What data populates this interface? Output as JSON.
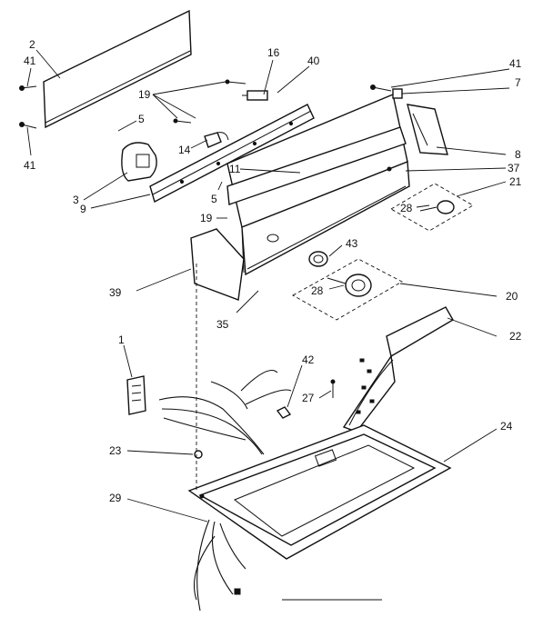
{
  "diagram": {
    "part_labels": [
      {
        "id": "p2",
        "text": "2"
      },
      {
        "id": "p41a",
        "text": "41"
      },
      {
        "id": "p41b",
        "text": "41"
      },
      {
        "id": "p19a",
        "text": "19"
      },
      {
        "id": "p16",
        "text": "16"
      },
      {
        "id": "p40",
        "text": "40"
      },
      {
        "id": "p41c",
        "text": "41"
      },
      {
        "id": "p7",
        "text": "7"
      },
      {
        "id": "p5a",
        "text": "5"
      },
      {
        "id": "p14",
        "text": "14"
      },
      {
        "id": "p11",
        "text": "11"
      },
      {
        "id": "p8",
        "text": "8"
      },
      {
        "id": "p37",
        "text": "37"
      },
      {
        "id": "p3",
        "text": "3"
      },
      {
        "id": "p5b",
        "text": "5"
      },
      {
        "id": "p9",
        "text": "9"
      },
      {
        "id": "p21",
        "text": "21"
      },
      {
        "id": "p28a",
        "text": "28"
      },
      {
        "id": "p19b",
        "text": "19"
      },
      {
        "id": "p43",
        "text": "43"
      },
      {
        "id": "p39",
        "text": "39"
      },
      {
        "id": "p28b",
        "text": "28"
      },
      {
        "id": "p20",
        "text": "20"
      },
      {
        "id": "p35",
        "text": "35"
      },
      {
        "id": "p22",
        "text": "22"
      },
      {
        "id": "p1",
        "text": "1"
      },
      {
        "id": "p42",
        "text": "42"
      },
      {
        "id": "p27",
        "text": "27"
      },
      {
        "id": "p24",
        "text": "24"
      },
      {
        "id": "p23",
        "text": "23"
      },
      {
        "id": "p29",
        "text": "29"
      }
    ]
  }
}
